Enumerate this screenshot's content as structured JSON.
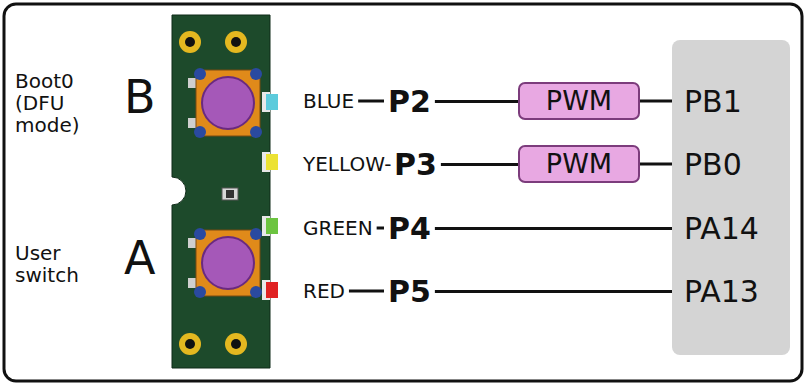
{
  "diagram": {
    "nodes": [
      {
        "text": [
          "PWM"
        ]
      },
      {
        "text": [
          "PWM"
        ]
      },
      {
        "text": [
          "PB1",
          "PB0",
          "PA14",
          "PA13"
        ]
      }
    ],
    "edges": [
      {
        "from": 0,
        "to": 2,
        "arrow": "none"
      },
      {
        "from": 1,
        "to": 2,
        "arrow": "none"
      }
    ],
    "labels": [
      "Boot0 (DFU mode)",
      "B",
      "User switch",
      "A",
      "BLUE",
      "P2",
      "YELLOW-",
      "P3",
      "GREEN",
      "P4",
      "RED",
      "P5"
    ]
  }
}
